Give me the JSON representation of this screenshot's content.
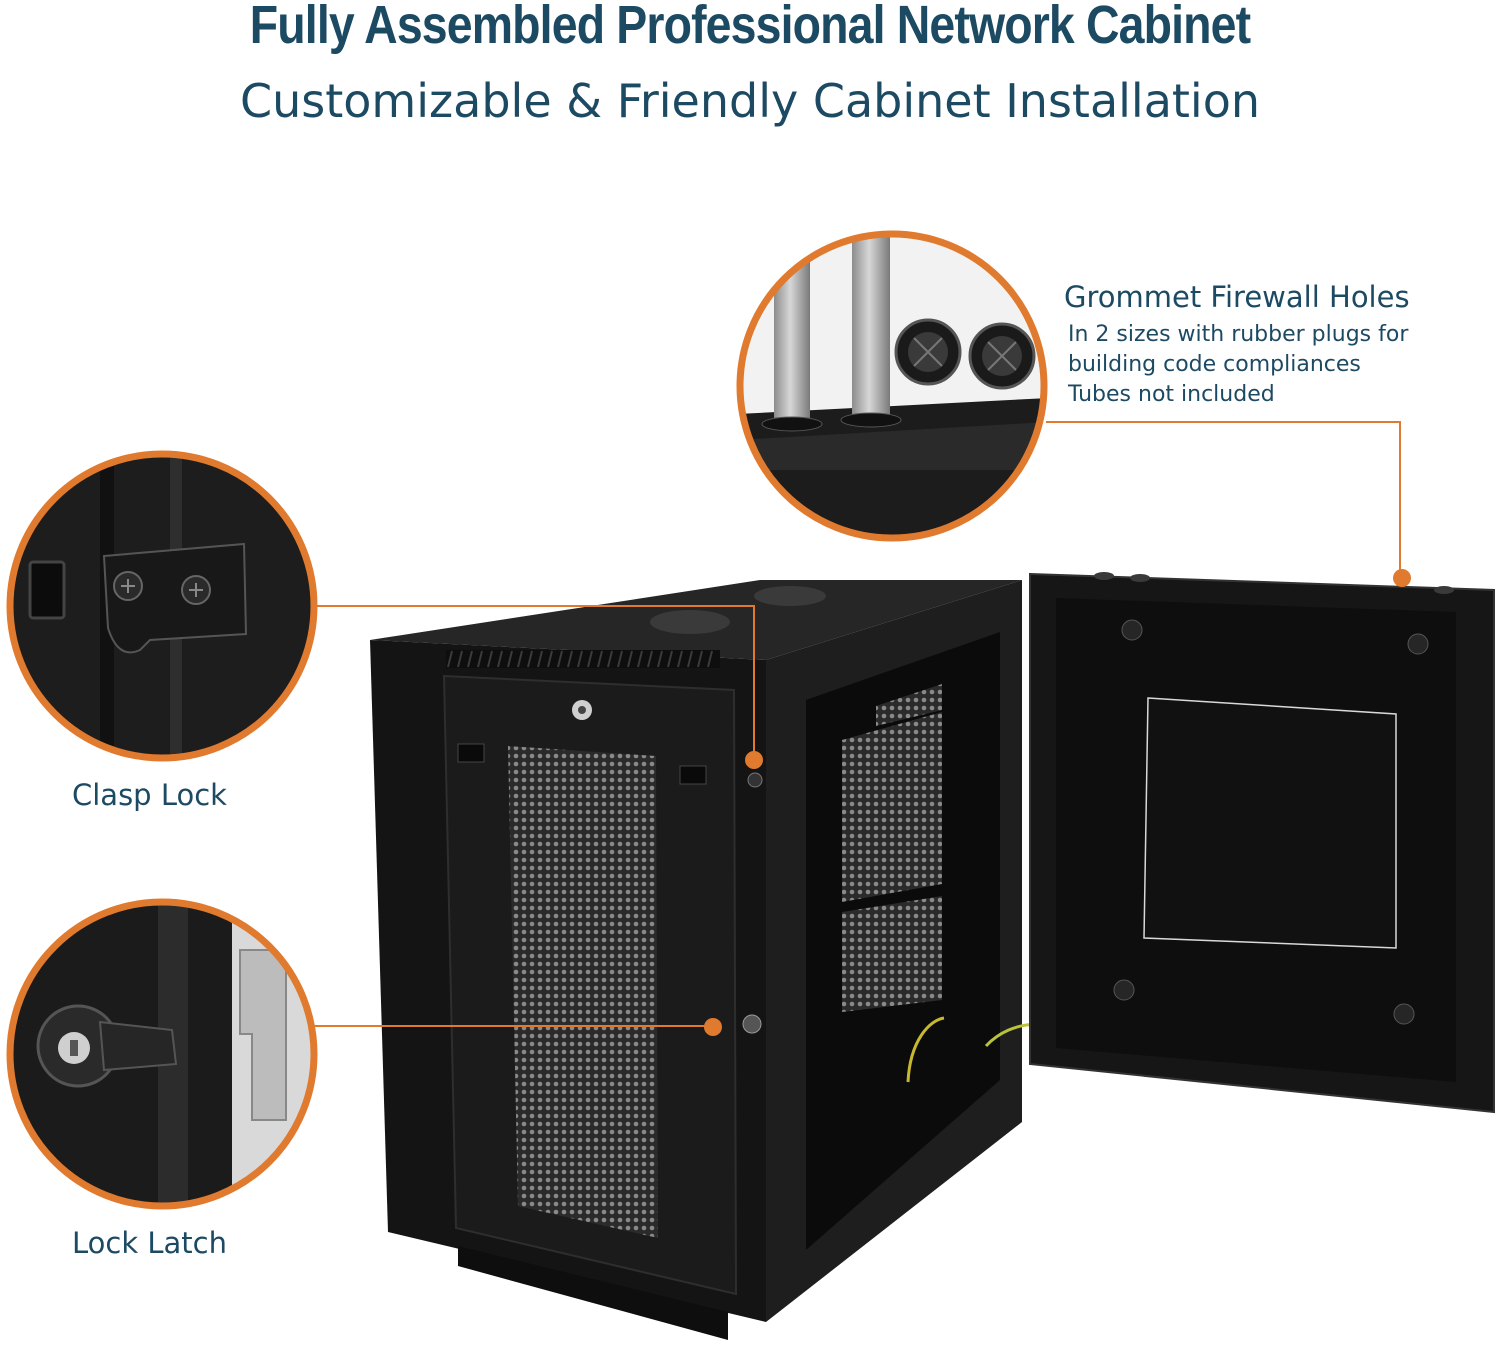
{
  "header": {
    "title": "Fully Assembled Professional Network Cabinet",
    "subtitle": "Customizable & Friendly Cabinet Installation"
  },
  "callouts": {
    "grommet": {
      "title": "Grommet Firewall Holes",
      "lines": [
        "In 2 sizes with rubber plugs for",
        "building code compliances",
        "Tubes not included"
      ]
    },
    "clasp": {
      "title": "Clasp Lock"
    },
    "latch": {
      "title": "Lock Latch"
    }
  },
  "colors": {
    "accent": "#e07a2e",
    "text": "#1d4a63",
    "cabinet": "#1a1a1a"
  }
}
